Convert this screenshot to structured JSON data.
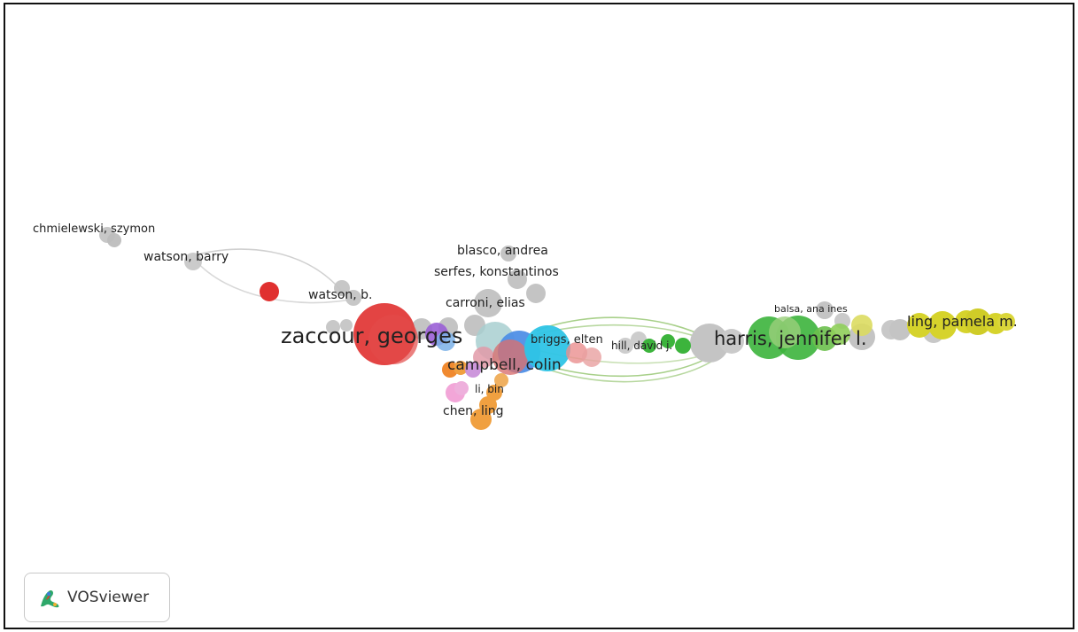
{
  "network": {
    "labels": {
      "chmielewski": "chmielewski, szymon",
      "watson_barry": "watson, barry",
      "watson_b": "watson, b.",
      "blasco": "blasco, andrea",
      "serfes": "serfes, konstantinos",
      "carroni": "carroni, elias",
      "zaccour": "zaccour, georges",
      "briggs": "briggs, elten",
      "hill": "hill, david j.",
      "campbell": "campbell, colin",
      "li": "li, bin",
      "chen": "chen, ling",
      "balsa": "balsa, ana ines",
      "harris": "harris, jennifer l.",
      "ling": "ling, pamela m."
    },
    "cluster_colors": {
      "red": "#e0302f",
      "green": "#3cb43c",
      "blue": "#4f8fe6",
      "cyan": "#2ec4e6",
      "yellow": "#d6d32c",
      "orange": "#f0a040",
      "purple": "#9a5fd6",
      "pink": "#e79ad0",
      "gray": "#c4c4c4"
    }
  },
  "branding": {
    "logo_icon": "vosviewer-logo-icon",
    "name": "VOSviewer"
  }
}
